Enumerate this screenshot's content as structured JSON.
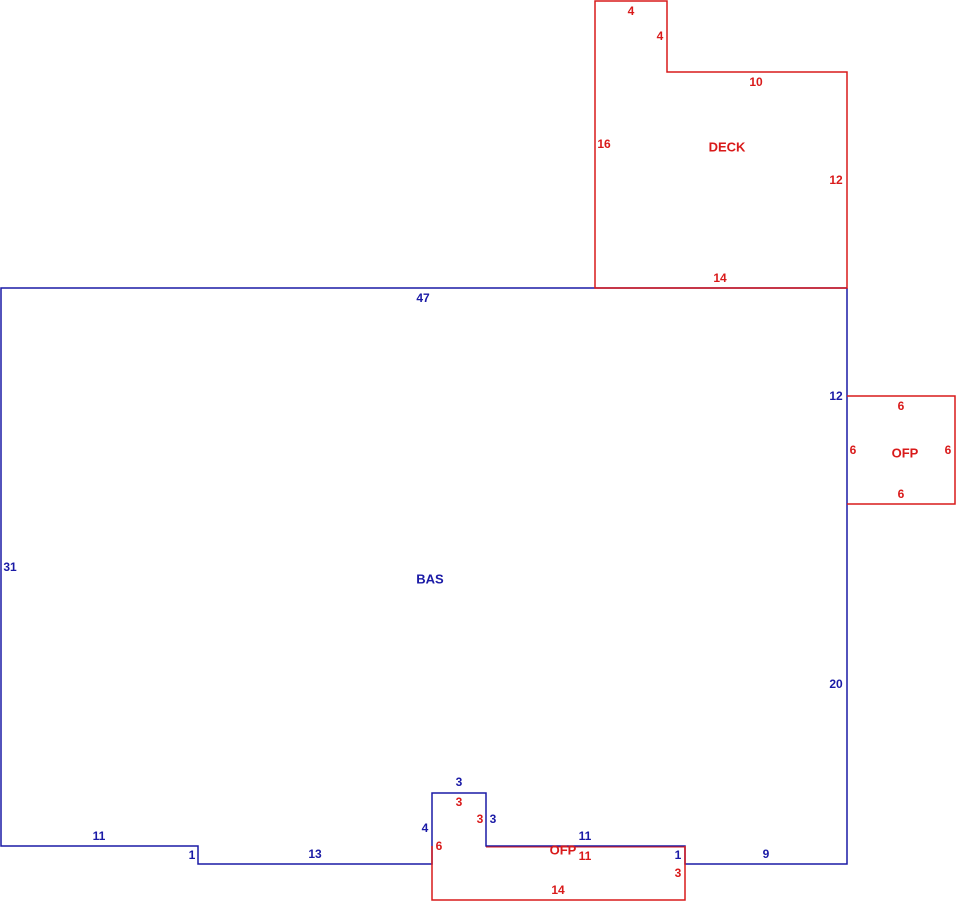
{
  "colors": {
    "bas": "#1a1aa6",
    "addition": "#d91a1a"
  },
  "sketch": {
    "areas": {
      "bas": "BAS",
      "deck": "DECK",
      "ofp_right": "OFP",
      "ofp_front": "OFP"
    },
    "bas_dims": {
      "top": "47",
      "left": "31",
      "right_upper": "12",
      "right_lower": "20",
      "bottom_left": "11",
      "step_left": "1",
      "bottom_mid_left": "13",
      "bump_left": "4",
      "bump_top": "3",
      "bump_right": "3",
      "bottom_mid_right": "11",
      "step_right": "1",
      "bottom_right": "9"
    },
    "deck_dims": {
      "top": "4",
      "notch": "4",
      "upper_right": "10",
      "left": "16",
      "right": "12",
      "bottom": "14"
    },
    "ofp_right_dims": {
      "top": "6",
      "left": "6",
      "right": "6",
      "bottom": "6"
    },
    "ofp_front_dims": {
      "top": "3",
      "inner": "3",
      "left": "6",
      "upper": "11",
      "right": "3",
      "bottom": "14"
    }
  }
}
